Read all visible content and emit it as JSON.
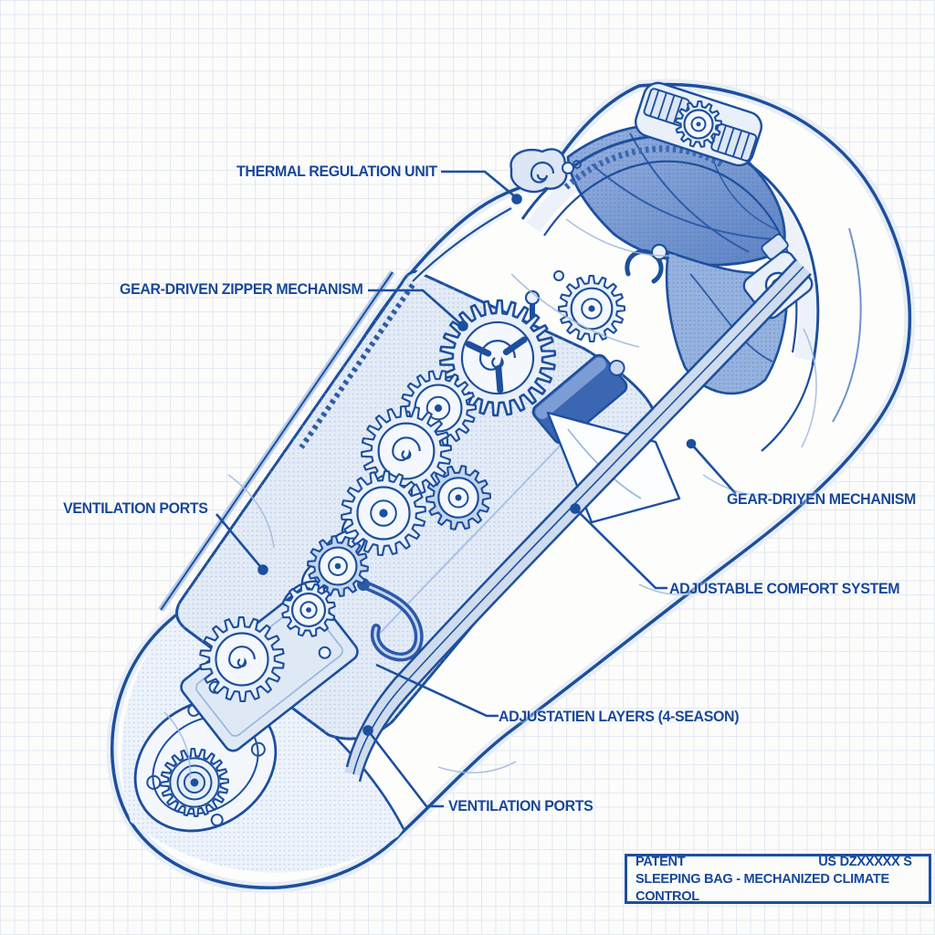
{
  "figure": {
    "description": "Blueprint-style cutaway patent drawing of a sleeping bag with internal gear train, springs and climate-control mechanisms, drawn in blue ink on graph paper"
  },
  "labels": [
    {
      "id": "thermal",
      "text": "THERMAL REGULATION UNIT"
    },
    {
      "id": "zipper",
      "text": "GEAR-DRIVEN ZIPPER MECHANISM"
    },
    {
      "id": "vent-left",
      "text": "VENTILATION PORTS"
    },
    {
      "id": "gear-mech",
      "text": "GEAR-DRIYEN MECHANISM"
    },
    {
      "id": "comfort",
      "text": "ADJUSTABLE COMFORT SYSTEM"
    },
    {
      "id": "layers",
      "text": "ADJUSTATIEN LAYERS (4-SEASON)"
    },
    {
      "id": "vent-bottom",
      "text": "VENTILATION PORTS"
    }
  ],
  "patent_box": {
    "label": "PATENT",
    "number": "US DZXXXXX S",
    "title": "SLEEPING BAG - MECHANIZED CLIMATE CONTROL"
  },
  "colors": {
    "ink": "#1d4f9e",
    "text": "#17479a",
    "shade_light": "#e3ebf7",
    "shade_mid": "#c3d5ec",
    "hood_fill": "#88a6d9",
    "paper": "#fcfcfb",
    "grid": "#e3e9f2"
  }
}
